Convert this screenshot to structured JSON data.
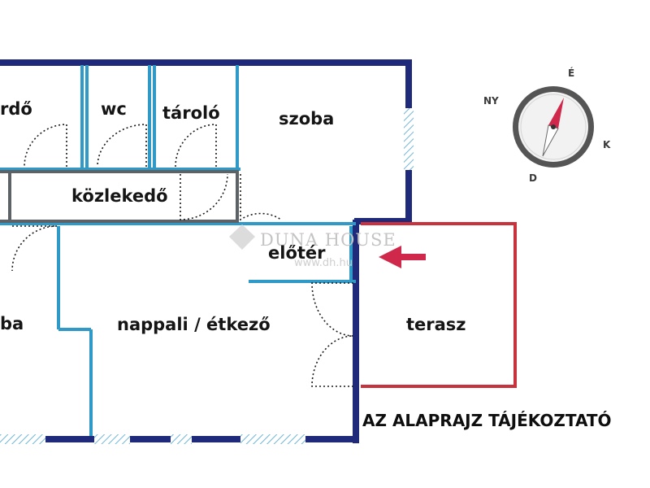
{
  "rooms": {
    "furdo": "rdő",
    "wc": "wc",
    "tarolo": "tároló",
    "szoba": "szoba",
    "kozlekedo": "közlekedő",
    "eloter": "előtér",
    "szoba_left": "ba",
    "nappali": "nappali / étkező",
    "terasz": "terasz"
  },
  "compass": {
    "north": "É",
    "west": "NY",
    "east": "K",
    "south": "D"
  },
  "watermark": {
    "brand": "DUNA HOUSE",
    "url": "www.dh.hu"
  },
  "notice": "AZ ALAPRAJZ TÁJÉKOZTATÓ",
  "colors": {
    "exterior_wall": "#1f2a7a",
    "interior_wall": "#2f9ac8",
    "terrace_outline": "#c8323c",
    "entry_arrow": "#d0284a"
  }
}
